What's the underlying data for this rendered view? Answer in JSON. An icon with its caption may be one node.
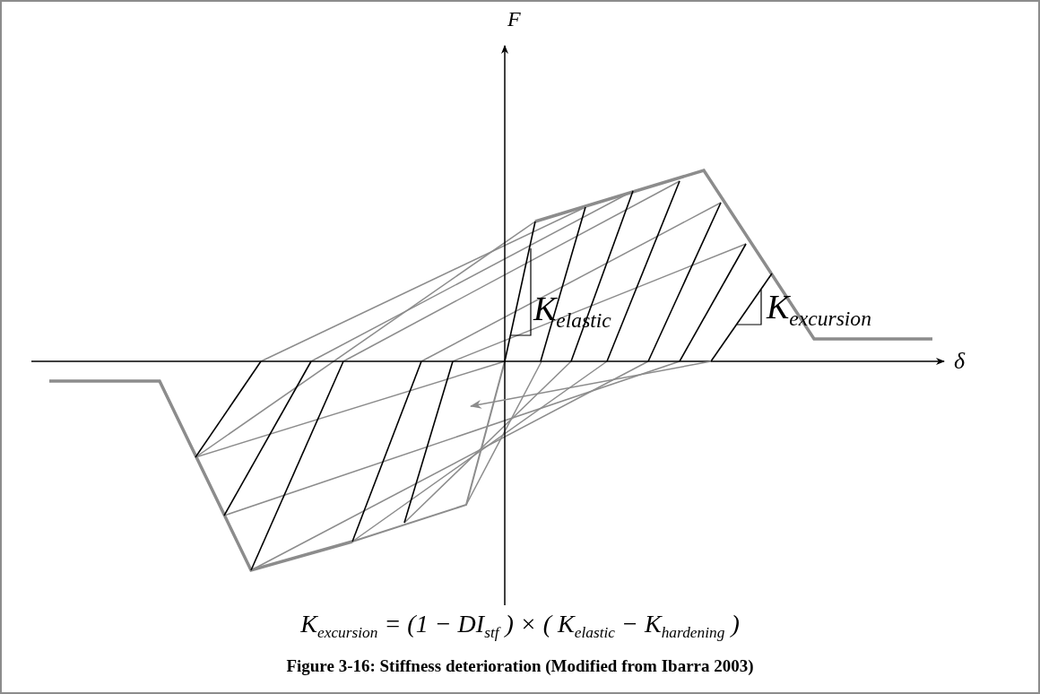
{
  "diagram": {
    "caption": "Figure 3-16: Stiffness deterioration (Modified from Ibarra 2003)",
    "labels": [
      "F",
      "δ",
      "K$_{elastic}$",
      "K$_{excursion}$",
      "K$_{excursion}$ = (1 − DI$_{stf}$ ) × ( K$_{elastic}$ − K$_{hardening}$ )"
    ]
  }
}
